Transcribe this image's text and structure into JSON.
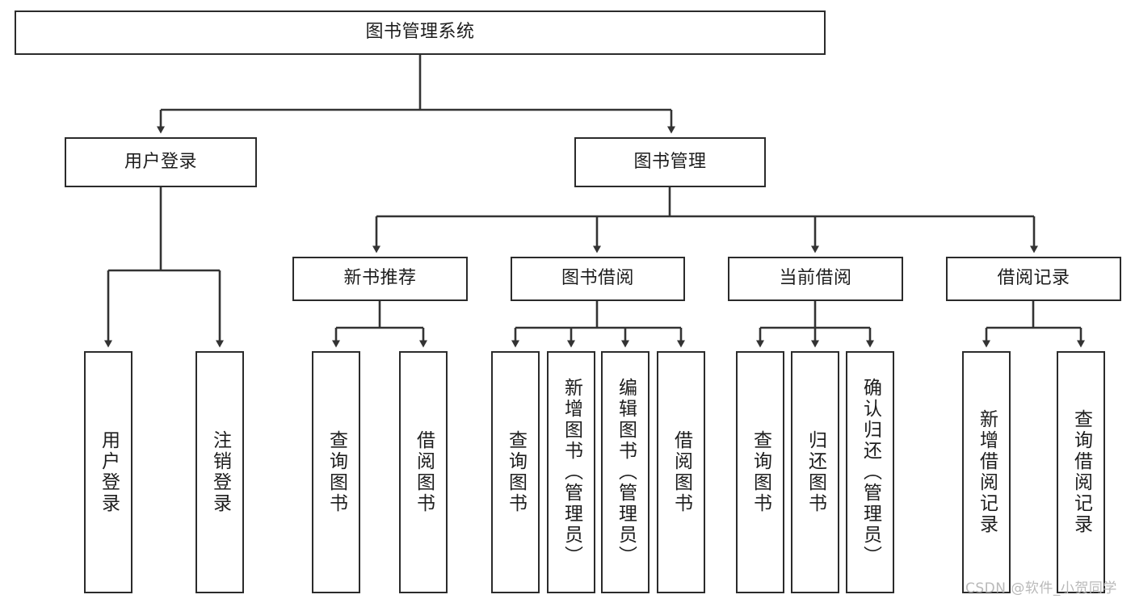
{
  "diagram": {
    "title": "图书管理系统",
    "type": "hierarchy-tree",
    "colors": {
      "box_stroke": "#2b2b2b",
      "box_fill": "#ffffff",
      "edge_stroke": "#333333",
      "text": "#1d1d1d",
      "watermark": "#b9b9b9"
    },
    "root": {
      "id": "root",
      "label": "图书管理系统"
    },
    "level2": [
      {
        "id": "user-login",
        "label": "用户登录"
      },
      {
        "id": "book-manage",
        "label": "图书管理"
      }
    ],
    "level3": [
      {
        "id": "new-book-rec",
        "label": "新书推荐",
        "parent": "book-manage"
      },
      {
        "id": "book-borrow",
        "label": "图书借阅",
        "parent": "book-manage"
      },
      {
        "id": "current-borrow",
        "label": "当前借阅",
        "parent": "book-manage"
      },
      {
        "id": "borrow-record",
        "label": "借阅记录",
        "parent": "book-manage"
      }
    ],
    "leaves": [
      {
        "id": "leaf-user-login",
        "label": "用户登录",
        "parent": "user-login"
      },
      {
        "id": "leaf-user-logout",
        "label": "注销登录",
        "parent": "user-login"
      },
      {
        "id": "leaf-query-book-1",
        "label": "查询图书",
        "parent": "new-book-rec"
      },
      {
        "id": "leaf-borrow-book-1",
        "label": "借阅图书",
        "parent": "new-book-rec"
      },
      {
        "id": "leaf-query-book-2",
        "label": "查询图书",
        "parent": "book-borrow"
      },
      {
        "id": "leaf-add-book",
        "label": "新增图书（管理员）",
        "parent": "book-borrow"
      },
      {
        "id": "leaf-edit-book",
        "label": "编辑图书（管理员）",
        "parent": "book-borrow"
      },
      {
        "id": "leaf-borrow-book-2",
        "label": "借阅图书",
        "parent": "book-borrow"
      },
      {
        "id": "leaf-query-book-3",
        "label": "查询图书",
        "parent": "current-borrow"
      },
      {
        "id": "leaf-return-book",
        "label": "归还图书",
        "parent": "current-borrow"
      },
      {
        "id": "leaf-confirm-return",
        "label": "确认归还（管理员）",
        "parent": "current-borrow"
      },
      {
        "id": "leaf-add-record",
        "label": "新增借阅记录",
        "parent": "borrow-record"
      },
      {
        "id": "leaf-query-record",
        "label": "查询借阅记录",
        "parent": "borrow-record"
      }
    ],
    "watermark": "CSDN @软件_小贺同学"
  }
}
